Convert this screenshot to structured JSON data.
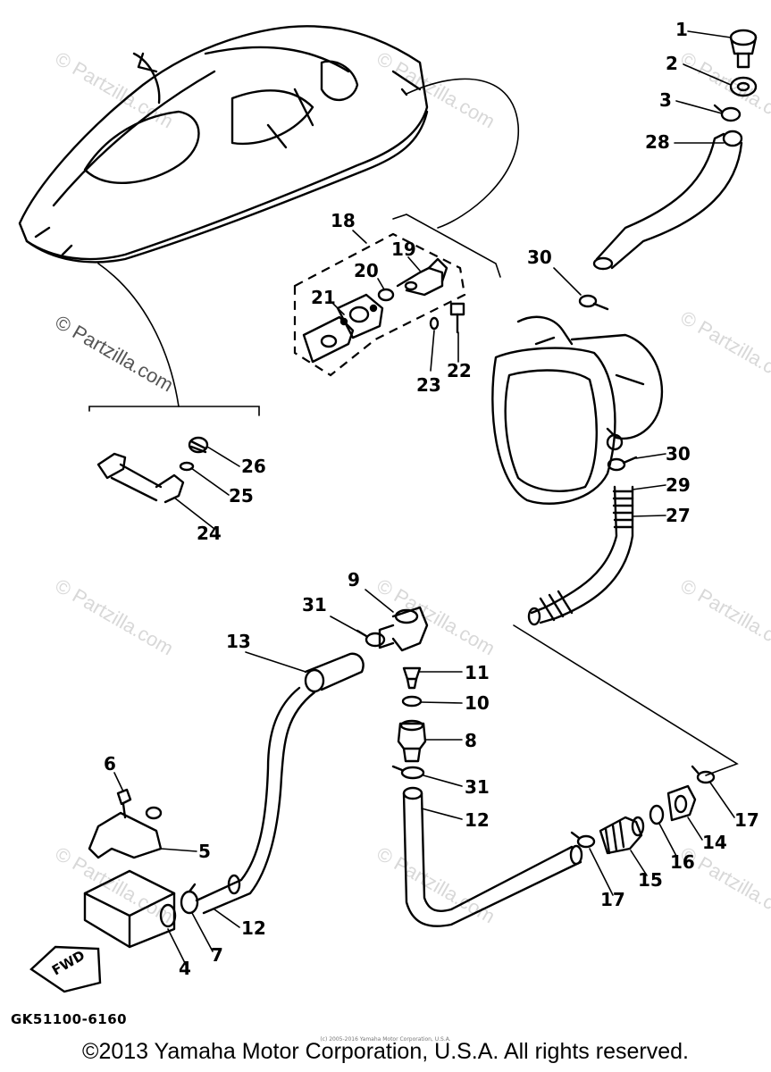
{
  "diagram": {
    "watermark_text": "© Partzilla.com",
    "callouts": [
      {
        "id": "c1",
        "text": "1"
      },
      {
        "id": "c2",
        "text": "2"
      },
      {
        "id": "c3",
        "text": "3"
      },
      {
        "id": "c28",
        "text": "28"
      },
      {
        "id": "c18",
        "text": "18"
      },
      {
        "id": "c19",
        "text": "19"
      },
      {
        "id": "c20",
        "text": "20"
      },
      {
        "id": "c21",
        "text": "21"
      },
      {
        "id": "c22",
        "text": "22"
      },
      {
        "id": "c23",
        "text": "23"
      },
      {
        "id": "c30a",
        "text": "30"
      },
      {
        "id": "c30b",
        "text": "30"
      },
      {
        "id": "c29",
        "text": "29"
      },
      {
        "id": "c27",
        "text": "27"
      },
      {
        "id": "c26",
        "text": "26"
      },
      {
        "id": "c25",
        "text": "25"
      },
      {
        "id": "c24",
        "text": "24"
      },
      {
        "id": "c9",
        "text": "9"
      },
      {
        "id": "c31a",
        "text": "31"
      },
      {
        "id": "c13",
        "text": "13"
      },
      {
        "id": "c11",
        "text": "11"
      },
      {
        "id": "c10",
        "text": "10"
      },
      {
        "id": "c8",
        "text": "8"
      },
      {
        "id": "c31b",
        "text": "31"
      },
      {
        "id": "c12a",
        "text": "12"
      },
      {
        "id": "c6",
        "text": "6"
      },
      {
        "id": "c5",
        "text": "5"
      },
      {
        "id": "c12b",
        "text": "12"
      },
      {
        "id": "c7",
        "text": "7"
      },
      {
        "id": "c4",
        "text": "4"
      },
      {
        "id": "c17a",
        "text": "17"
      },
      {
        "id": "c14",
        "text": "14"
      },
      {
        "id": "c16",
        "text": "16"
      },
      {
        "id": "c15",
        "text": "15"
      },
      {
        "id": "c17b",
        "text": "17"
      }
    ],
    "fwd_label": "FWD"
  },
  "footer": {
    "part_code": "GK51100-6160",
    "tiny_note": "(c) 2005-2016 Yamaha Motor Corporation, U.S.A.",
    "copyright": "©2013 Yamaha Motor Corporation, U.S.A. All rights reserved."
  }
}
